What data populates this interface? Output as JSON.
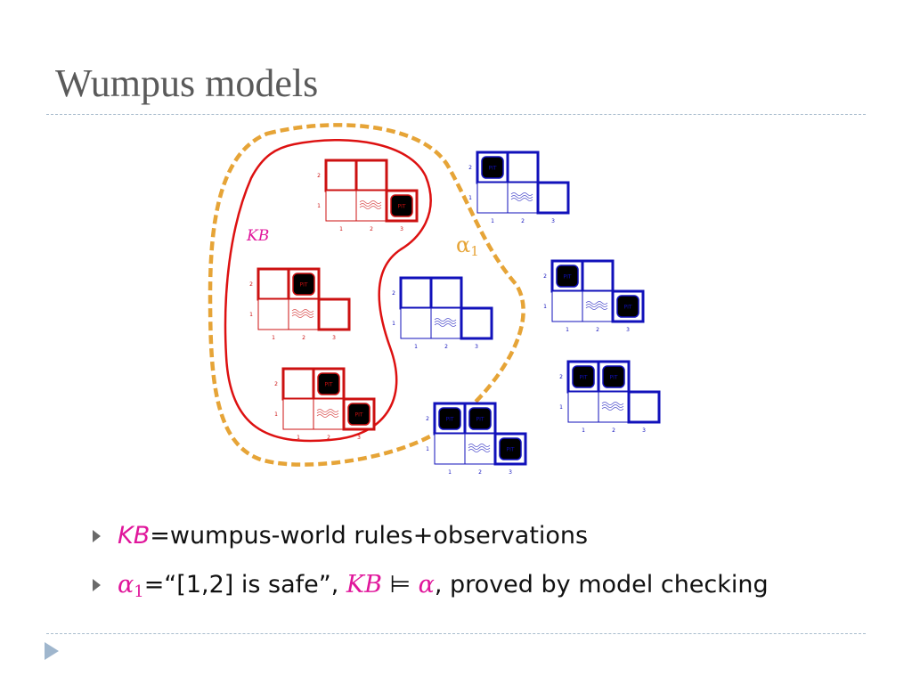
{
  "title": "Wumpus models",
  "diagram": {
    "kb_label": "KB",
    "alpha_label": "α",
    "alpha_subscript": "1",
    "pit_label": "PIT",
    "row_numbers": [
      "1",
      "2"
    ],
    "col_numbers": [
      "1",
      "2",
      "3"
    ],
    "colors": {
      "kb_models": "#cc1111",
      "other_models": "#1111bb",
      "kb_boundary": "#dd1111",
      "alpha_boundary": "#e6a437",
      "label": "#e0169b"
    }
  },
  "bullets": [
    {
      "kb": "KB",
      "rest": "=wumpus-world rules+observations"
    },
    {
      "alpha": "α",
      "alpha_sub": "1",
      "text_a": "=“[1,2] is safe”, ",
      "kb": "KB",
      "entails": " ⊨ ",
      "alpha2": "α",
      "text_b": ", proved by model checking"
    }
  ]
}
